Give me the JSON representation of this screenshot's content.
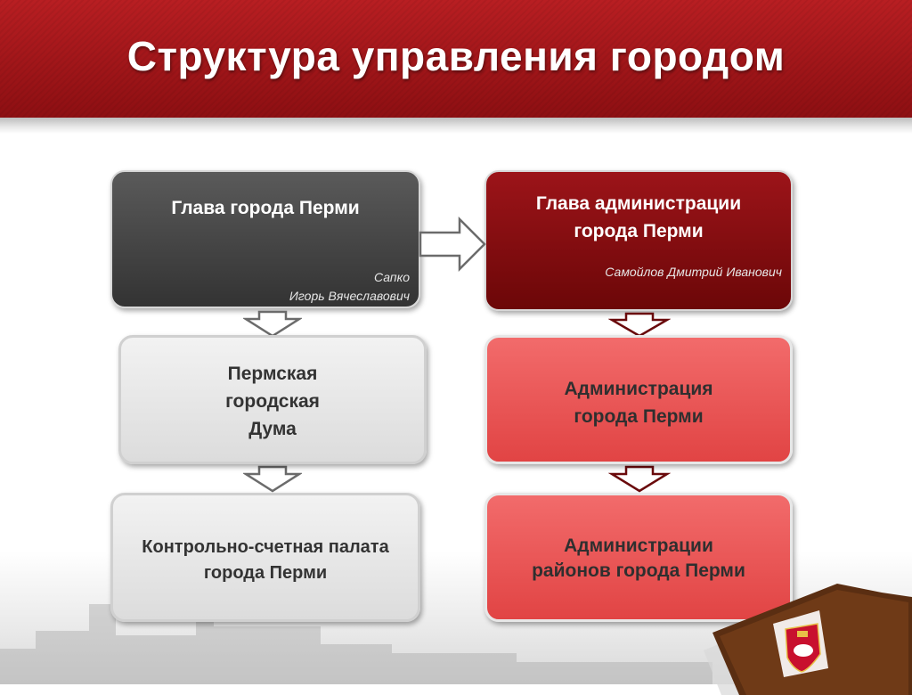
{
  "title": "Структура управления городом",
  "left_column": {
    "head": {
      "title": "Глава города Перми",
      "person_line1": "Сапко",
      "person_line2": "Игорь Вячеславович"
    },
    "duma": {
      "line1": "Пермская",
      "line2": "городская",
      "line3": "Дума"
    },
    "audit": {
      "line1": "Контрольно-счетная палата",
      "line2": "города Перми"
    }
  },
  "right_column": {
    "head": {
      "line1": "Глава администрации",
      "line2": "города Перми",
      "person": "Самойлов Дмитрий Иванович"
    },
    "administration": {
      "line1": "Администрация",
      "line2": "города Перми"
    },
    "districts": {
      "line1": "Администрации",
      "line2": "районов города Перми"
    }
  },
  "colors": {
    "header_red": "#a8181c",
    "dark_box": "#3d3d3d",
    "maroon_box": "#860d10",
    "light_box": "#e6e6e6",
    "red_box": "#e95353"
  }
}
